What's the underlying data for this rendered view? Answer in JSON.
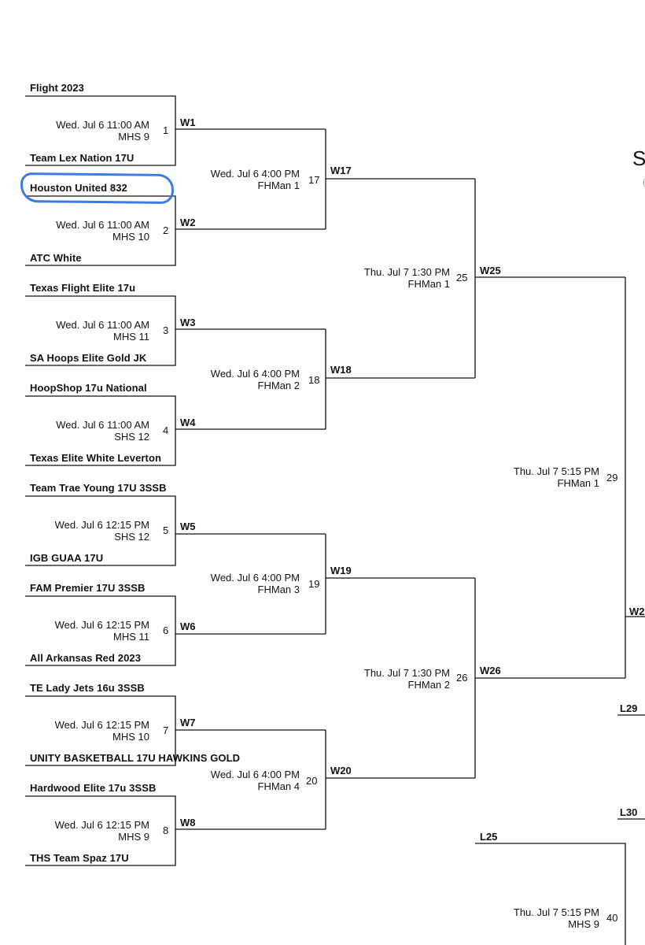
{
  "page_edge_text": "S",
  "page_edge_text2": "(",
  "teams": [
    "Flight 2023",
    "Team Lex Nation 17U",
    "Houston United 832",
    "ATC White",
    "Texas Flight Elite 17u",
    "SA Hoops Elite Gold JK",
    "HoopShop 17u National",
    "Texas Elite White Leverton",
    "Team Trae Young 17U 3SSB",
    "IGB GUAA 17U",
    "FAM Premier 17U 3SSB",
    "All Arkansas Red 2023",
    "TE Lady Jets 16u 3SSB",
    "UNITY BASKETBALL 17U HAWKINS GOLD",
    "Hardwood Elite 17u 3SSB",
    "THS Team Spaz 17U"
  ],
  "round1": [
    {
      "time": "Wed. Jul 6 11:00 AM",
      "court": "MHS 9",
      "num": "1",
      "winner": "W1"
    },
    {
      "time": "Wed. Jul 6 11:00 AM",
      "court": "MHS 10",
      "num": "2",
      "winner": "W2"
    },
    {
      "time": "Wed. Jul 6 11:00 AM",
      "court": "MHS 11",
      "num": "3",
      "winner": "W3"
    },
    {
      "time": "Wed. Jul 6 11:00 AM",
      "court": "SHS 12",
      "num": "4",
      "winner": "W4"
    },
    {
      "time": "Wed. Jul 6 12:15 PM",
      "court": "SHS 12",
      "num": "5",
      "winner": "W5"
    },
    {
      "time": "Wed. Jul 6 12:15 PM",
      "court": "MHS 11",
      "num": "6",
      "winner": "W6"
    },
    {
      "time": "Wed. Jul 6 12:15 PM",
      "court": "MHS 10",
      "num": "7",
      "winner": "W7"
    },
    {
      "time": "Wed. Jul 6 12:15 PM",
      "court": "MHS 9",
      "num": "8",
      "winner": "W8"
    }
  ],
  "round2": [
    {
      "time": "Wed. Jul 6 4:00 PM",
      "court": "FHMan 1",
      "num": "17",
      "winner": "W17"
    },
    {
      "time": "Wed. Jul 6 4:00 PM",
      "court": "FHMan 2",
      "num": "18",
      "winner": "W18"
    },
    {
      "time": "Wed. Jul 6 4:00 PM",
      "court": "FHMan 3",
      "num": "19",
      "winner": "W19"
    },
    {
      "time": "Wed. Jul 6 4:00 PM",
      "court": "FHMan 4",
      "num": "20",
      "winner": "W20"
    }
  ],
  "round3": [
    {
      "time": "Thu. Jul 7 1:30 PM",
      "court": "FHMan 1",
      "num": "25",
      "winner": "W25"
    },
    {
      "time": "Thu. Jul 7 1:30 PM",
      "court": "FHMan 2",
      "num": "26",
      "winner": "W26"
    }
  ],
  "round4": {
    "time": "Thu. Jul 7 5:15 PM",
    "court": "FHMan 1",
    "num": "29",
    "winner": "W2"
  },
  "consolation": {
    "l29": "L29",
    "l30": "L30",
    "l25": "L25",
    "game40": {
      "time": "Thu. Jul 7 5:15 PM",
      "court": "MHS 9",
      "num": "40"
    }
  },
  "highlight_color": "#3b7be6"
}
